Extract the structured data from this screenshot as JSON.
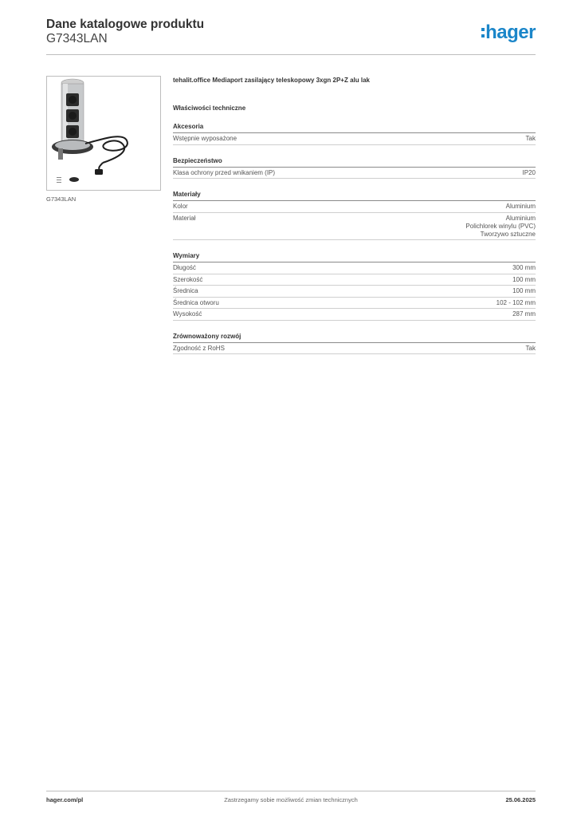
{
  "header": {
    "title": "Dane katalogowe produktu",
    "subtitle": "G7343LAN",
    "logo_text": "hager",
    "logo_color": "#1b86c9"
  },
  "product": {
    "image_caption": "G7343LAN",
    "description": "tehalit.office Mediaport zasilający teleskopowy 3xgn 2P+Z alu lak",
    "tech_heading": "Właściwości techniczne"
  },
  "sections": [
    {
      "title": "Akcesoria",
      "rows": [
        {
          "label": "Wstępnie wyposażone",
          "values": [
            "Tak"
          ]
        }
      ]
    },
    {
      "title": "Bezpieczeństwo",
      "rows": [
        {
          "label": "Klasa ochrony przed wnikaniem (IP)",
          "values": [
            "IP20"
          ]
        }
      ]
    },
    {
      "title": "Materiały",
      "rows": [
        {
          "label": "Kolor",
          "values": [
            "Aluminium"
          ]
        },
        {
          "label": "Materiał",
          "values": [
            "Aluminium",
            "Polichlorek winylu (PVC)",
            "Tworzywo sztuczne"
          ]
        }
      ]
    },
    {
      "title": "Wymiary",
      "rows": [
        {
          "label": "Długość",
          "values": [
            "300 mm"
          ]
        },
        {
          "label": "Szerokość",
          "values": [
            "100 mm"
          ]
        },
        {
          "label": "Średnica",
          "values": [
            "100 mm"
          ]
        },
        {
          "label": "Średnica otworu",
          "values": [
            "102 - 102 mm"
          ]
        },
        {
          "label": "Wysokość",
          "values": [
            "287 mm"
          ]
        }
      ]
    },
    {
      "title": "Zrównoważony rozwój",
      "rows": [
        {
          "label": "Zgodność z RoHS",
          "values": [
            "Tak"
          ]
        }
      ]
    }
  ],
  "footer": {
    "website": "hager.com/pl",
    "notice": "Zastrzegamy sobie możliwość zmian technicznych",
    "date": "25.06.2025"
  }
}
